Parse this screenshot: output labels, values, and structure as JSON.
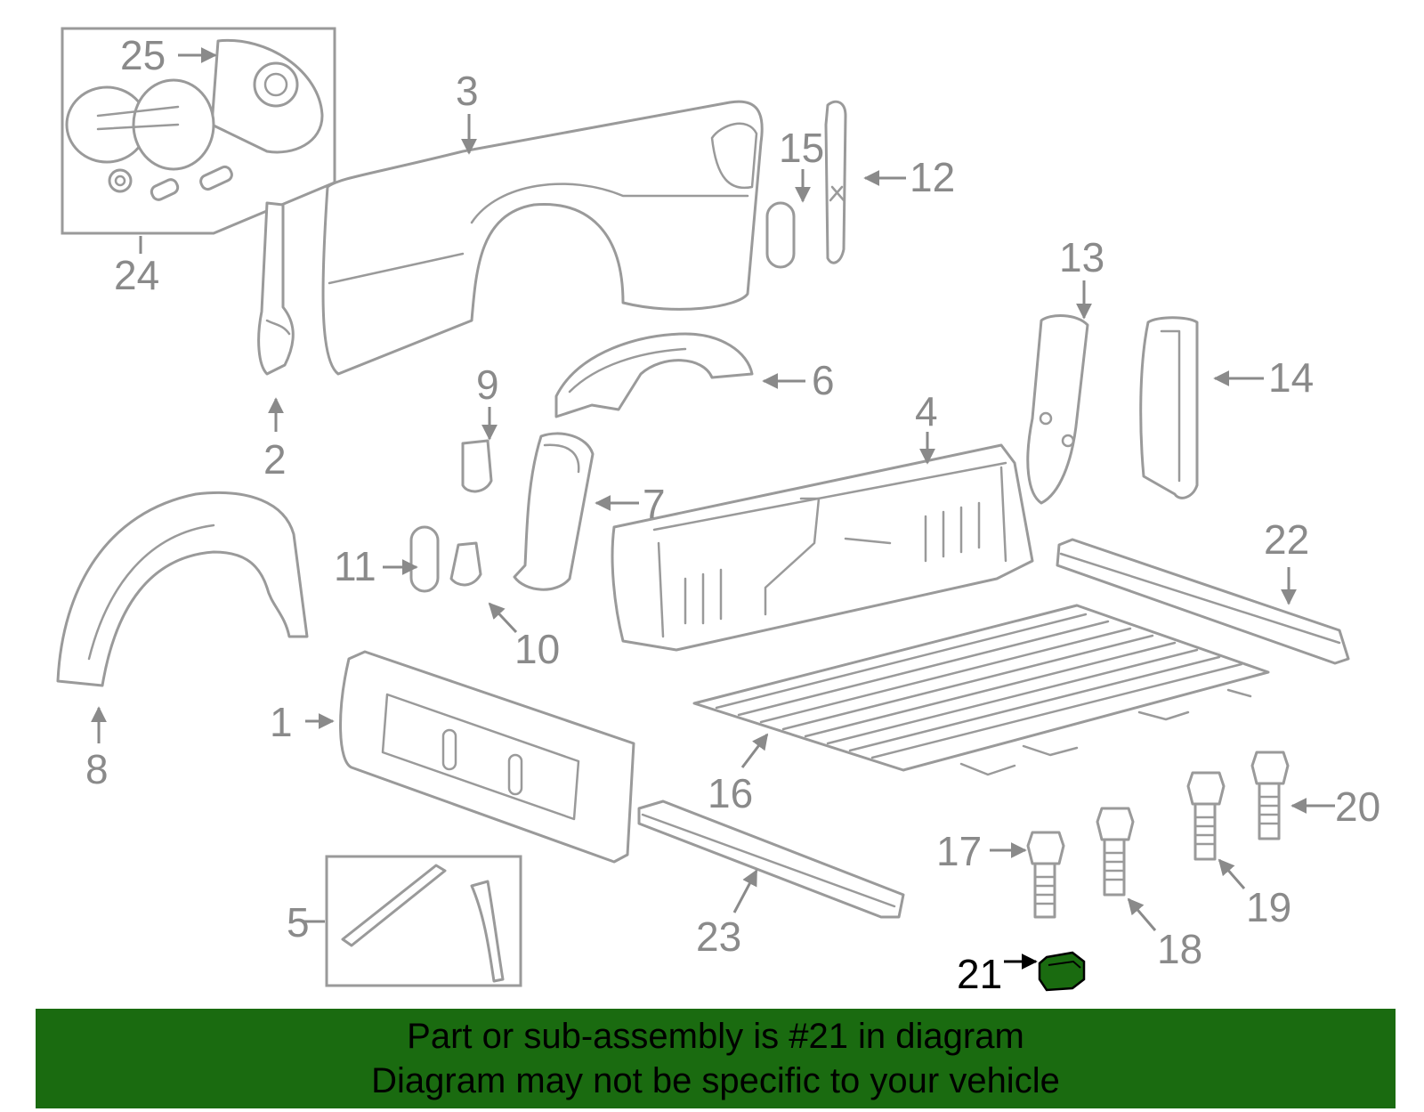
{
  "callouts": {
    "c1": "1",
    "c2": "2",
    "c3": "3",
    "c4": "4",
    "c5": "5",
    "c6": "6",
    "c7": "7",
    "c8": "8",
    "c9": "9",
    "c10": "10",
    "c11": "11",
    "c12": "12",
    "c13": "13",
    "c14": "14",
    "c15": "15",
    "c16": "16",
    "c17": "17",
    "c18": "18",
    "c19": "19",
    "c20": "20",
    "c21": "21",
    "c22": "22",
    "c23": "23",
    "c24": "24",
    "c25": "25"
  },
  "highlight": {
    "part": "21",
    "color": "#1a6b10"
  },
  "banner": {
    "line1": "Part or sub-assembly is #21 in diagram",
    "line2": "Diagram may not be specific to your vehicle",
    "background": "#1a6b10"
  }
}
